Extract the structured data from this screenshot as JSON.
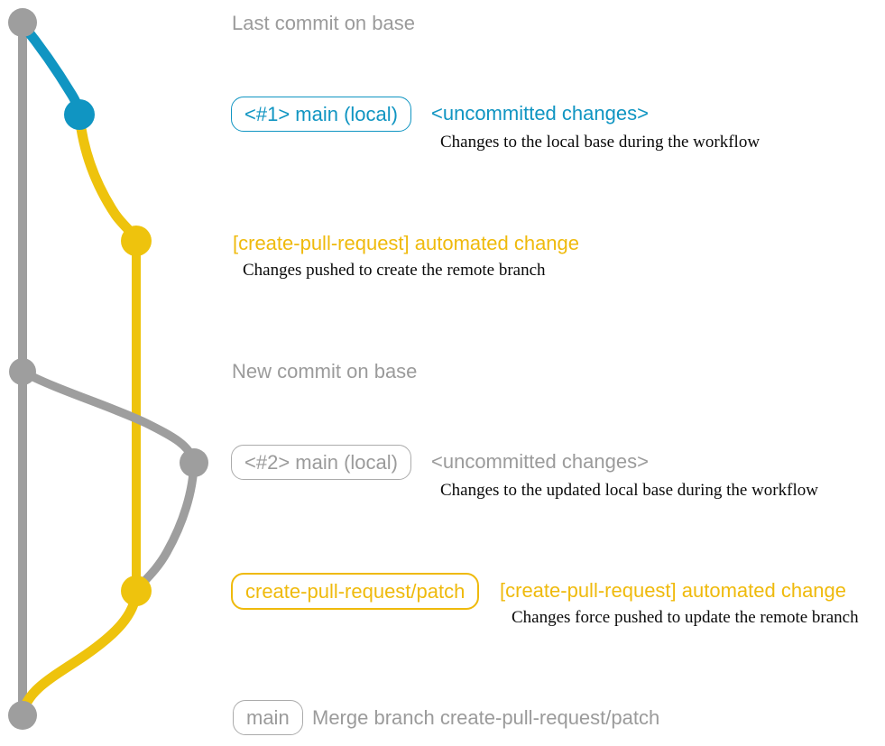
{
  "colors": {
    "teal": "#1095c2",
    "gold": "#efba0c",
    "gold-line": "#eec30d",
    "gray": "#9e9e9e",
    "gray-text": "#9b9b9b",
    "gray-border": "#ababab",
    "description": "#0a0a0a",
    "background": "#ffffff"
  },
  "milestones": {
    "last_commit": "Last commit on base",
    "new_commit": "New commit on base"
  },
  "row_local_1": {
    "badge": "<#1> main (local)",
    "tag": "<uncommitted changes>",
    "description": "Changes to the local base during the workflow"
  },
  "row_automated_1": {
    "label": "[create-pull-request] automated change",
    "description": "Changes pushed to create the remote branch"
  },
  "row_local_2": {
    "badge": "<#2> main (local)",
    "tag": "<uncommitted changes>",
    "description": "Changes to the updated local base during the workflow"
  },
  "row_patch": {
    "badge": "create-pull-request/patch",
    "label": "[create-pull-request] automated change",
    "description": "Changes force pushed to update the remote branch"
  },
  "row_merge": {
    "badge": "main",
    "label": "Merge branch create-pull-request/patch"
  }
}
